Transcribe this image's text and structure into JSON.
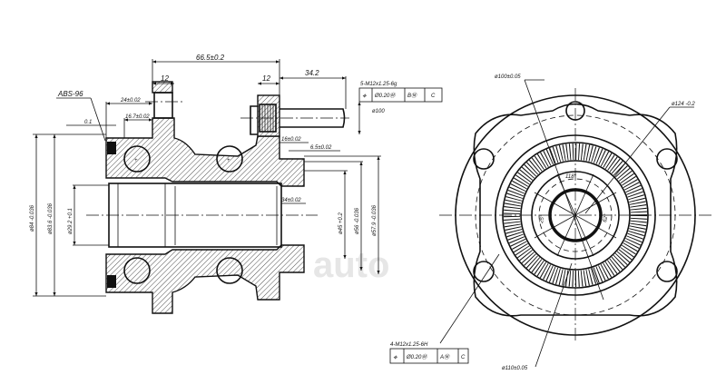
{
  "watermark": "auto",
  "side_view": {
    "abs_label": "ABS-96",
    "dims": {
      "overall_width": "66.5±0.2",
      "flange_left_width": "12",
      "flange_right_width": "12",
      "stud_length": "34.2",
      "dim_24": "24±0.02",
      "dim_16_7": "16.7±0.02",
      "runout": "0.1",
      "dim_16": "16±0.02",
      "dim_6_5": "6.5±0.02",
      "dim_34": "34±0.02",
      "dia_84": "ø84 -0.036",
      "dia_83_6": "ø83.6 -0.036",
      "dia_29_2": "ø29.2 +0.1",
      "dia_45": "ø45 +0.2",
      "dia_56": "ø56 -0.036",
      "dia_57_9": "ø57.9 -0.036"
    },
    "thread_callout": {
      "thread": "5-M12x1.25-6g",
      "symbol": "⌖",
      "tolerance": "Ø0.20Ⓜ",
      "datum1": "BⓂ",
      "datum2": "C",
      "pcd": "ø100"
    }
  },
  "front_view": {
    "dims": {
      "pcd_100": "ø100±0.05",
      "dia_124": "ø124 -0.2",
      "angle_118": "118°",
      "angle_25": "25°",
      "angle_62": "62°",
      "pcd_110": "ø110±0.05"
    },
    "thread_callout": {
      "thread": "4-M12x1.25-6H",
      "symbol": "⌖",
      "tolerance": "Ø0.20Ⓜ",
      "datum1": "AⓂ",
      "datum2": "C"
    }
  }
}
